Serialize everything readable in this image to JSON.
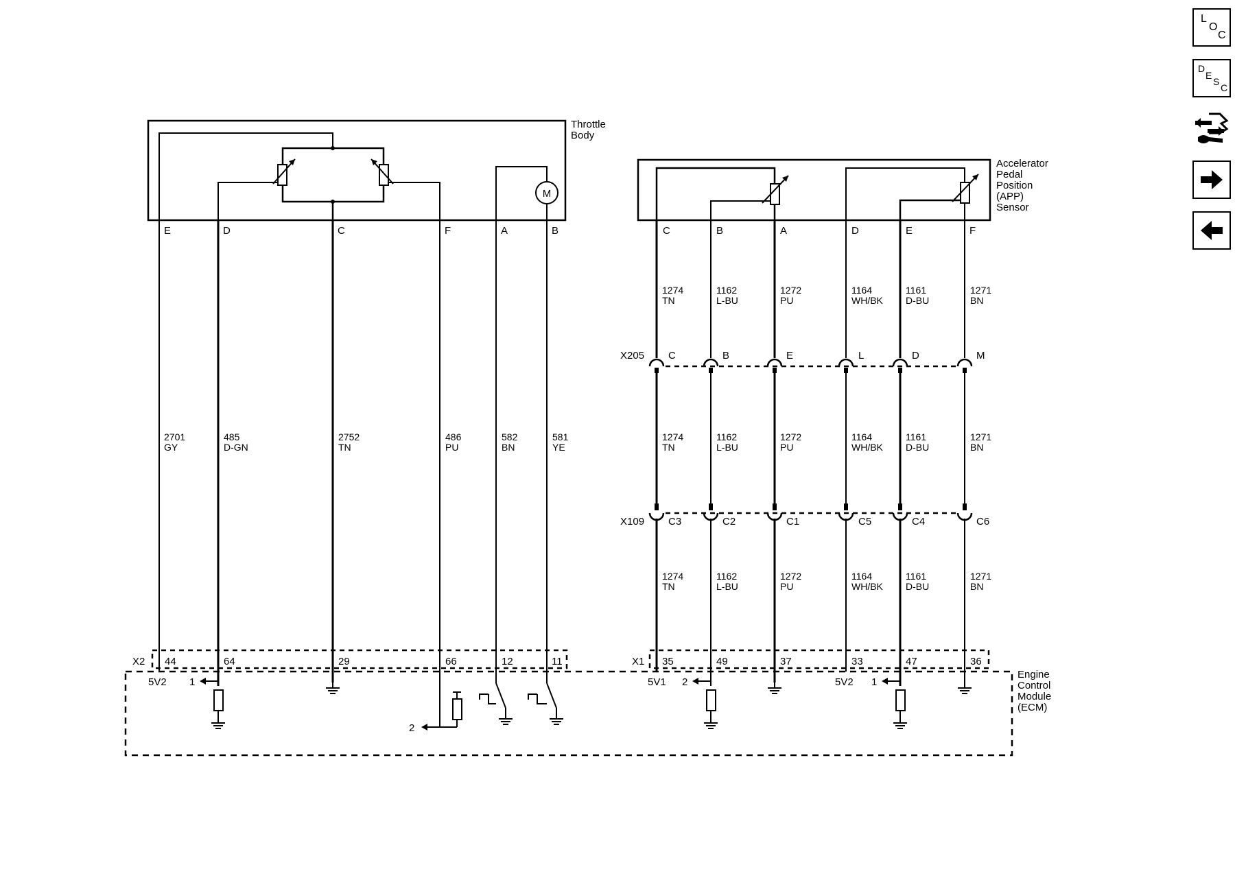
{
  "nav": {
    "loc": [
      "L",
      "O",
      "C"
    ],
    "desc": [
      "D",
      "E",
      "S",
      "C"
    ]
  },
  "components": {
    "throttle_body": [
      "Throttle",
      "Body"
    ],
    "app_sensor": [
      "Accelerator",
      "Pedal",
      "Position",
      "(APP)",
      "Sensor"
    ],
    "ecm": [
      "Engine",
      "Control",
      "Module",
      "(ECM)"
    ]
  },
  "throttle_pins": [
    "E",
    "D",
    "C",
    "F",
    "A",
    "B"
  ],
  "motor_label": "M",
  "throttle_wires": [
    {
      "num": "2701",
      "color": "GY"
    },
    {
      "num": "485",
      "color": "D-GN"
    },
    {
      "num": "2752",
      "color": "TN"
    },
    {
      "num": "486",
      "color": "PU"
    },
    {
      "num": "582",
      "color": "BN"
    },
    {
      "num": "581",
      "color": "YE"
    }
  ],
  "app_pins": [
    "C",
    "B",
    "A",
    "D",
    "E",
    "F"
  ],
  "app_wires": [
    {
      "num": "1274",
      "color": "TN"
    },
    {
      "num": "1162",
      "color": "L-BU"
    },
    {
      "num": "1272",
      "color": "PU"
    },
    {
      "num": "1164",
      "color": "WH/BK"
    },
    {
      "num": "1161",
      "color": "D-BU"
    },
    {
      "num": "1271",
      "color": "BN"
    }
  ],
  "x205": {
    "name": "X205",
    "pins": [
      "C",
      "B",
      "E",
      "L",
      "D",
      "M"
    ]
  },
  "x109": {
    "name": "X109",
    "pins": [
      "C3",
      "C2",
      "C1",
      "C5",
      "C4",
      "C6"
    ]
  },
  "x2": {
    "name": "X2",
    "pins": [
      "44",
      "64",
      "29",
      "66",
      "12",
      "11"
    ]
  },
  "x1": {
    "name": "X1",
    "pins": [
      "35",
      "49",
      "37",
      "33",
      "47",
      "36"
    ]
  },
  "ecm_internal": {
    "ref_5v2_left": "5V2",
    "ref_5v1": "5V1",
    "ref_5v2_right": "5V2",
    "sig_d": "1",
    "sig_f": "2",
    "sig_b": "2",
    "sig_e": "1"
  }
}
